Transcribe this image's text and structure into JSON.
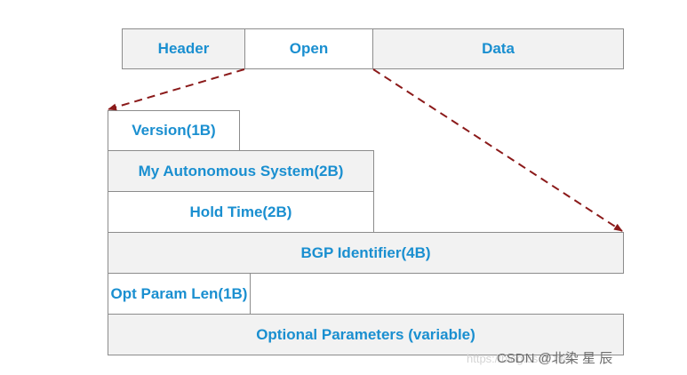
{
  "top_row": {
    "header": "Header",
    "open": "Open",
    "data": "Data"
  },
  "open_fields": {
    "version": "Version(1B)",
    "my_as": "My Autonomous System(2B)",
    "hold_time": "Hold Time(2B)",
    "bgp_identifier": "BGP Identifier(4B)",
    "opt_param_len": "Opt Param Len(1B)",
    "optional_parameters": "Optional Parameters (variable)"
  },
  "watermark": {
    "url_text": "https://blog.csdn.net/",
    "brand_text": "CSDN @北染 星 辰"
  },
  "colors": {
    "label": "#1a8fd0",
    "arrow": "#8b1a1a",
    "border": "#8c8c8c",
    "gray_fill": "#f2f2f2"
  }
}
